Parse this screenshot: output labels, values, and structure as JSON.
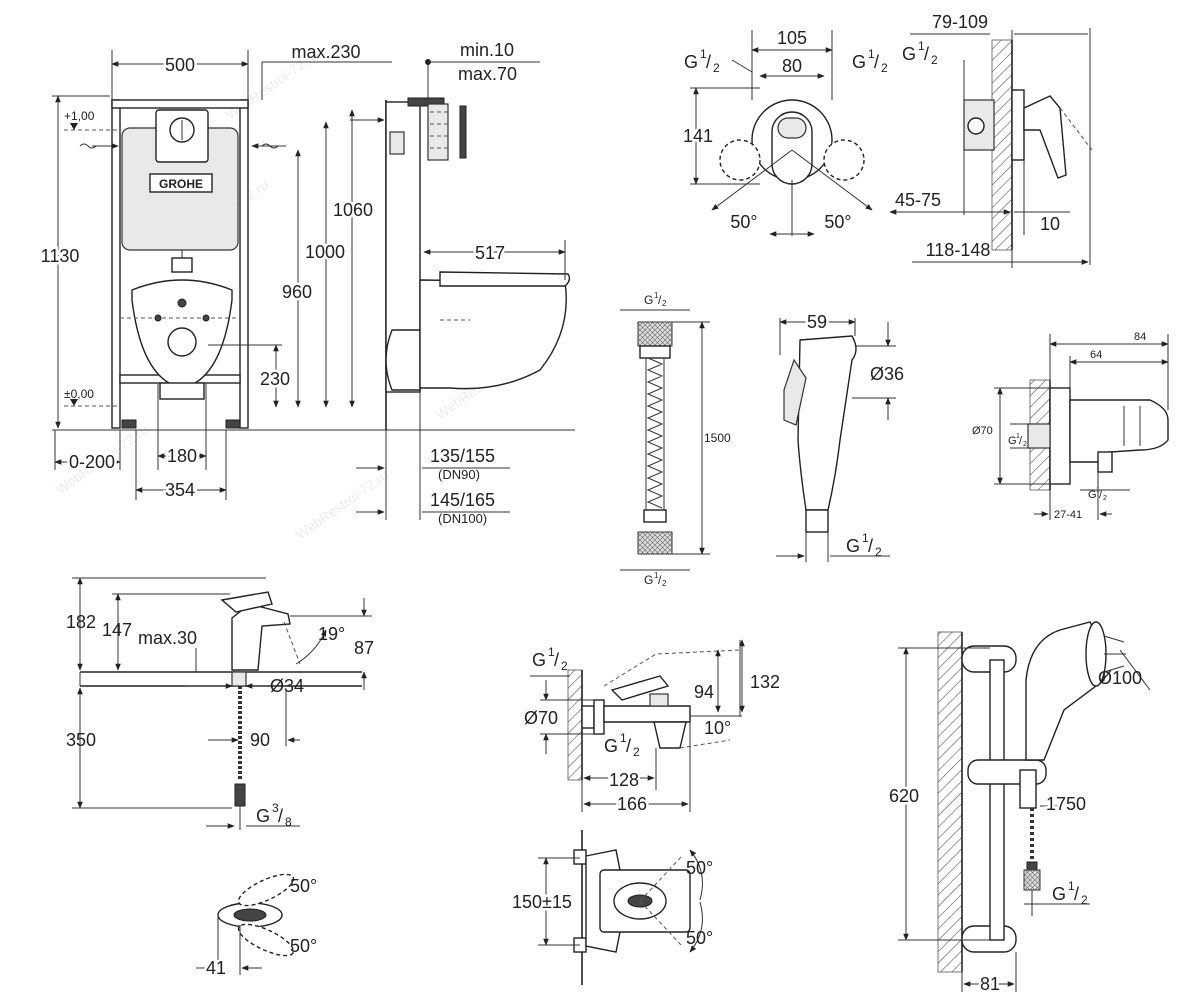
{
  "watermark": "WebRestroi-72.ru",
  "brand": {
    "logo_text": "GROHE"
  },
  "installation": {
    "width": "500",
    "depth_max": "max.230",
    "wall_min": "min.10",
    "wall_max": "max.70",
    "height_total": "1130",
    "height_1060": "1060",
    "height_1000": "1000",
    "height_960": "960",
    "height_230": "230",
    "level_top": "+1,00",
    "level_zero": "±0,00",
    "offset_0_200": "0-200",
    "bolt_180": "180",
    "bolt_354": "354",
    "toilet_517": "517",
    "pipe_dn90_value": "135/155",
    "pipe_dn90_label": "(DN90)",
    "pipe_dn100_value": "145/165",
    "pipe_dn100_label": "(DN100)"
  },
  "shower_mixer": {
    "thread": "G",
    "thread_num": "1",
    "thread_den": "2",
    "dim_105": "105",
    "dim_80": "80",
    "dim_141": "141",
    "angle_left": "50°",
    "angle_right": "50°",
    "dim_79_109": "79-109",
    "dim_45_75": "45-75",
    "dim_10": "10",
    "dim_118_148": "118-148"
  },
  "hose": {
    "length": "1500"
  },
  "hand_shower": {
    "dim_59": "59",
    "diameter": "Ø36"
  },
  "wall_outlet": {
    "dim_84": "84",
    "dim_64": "64",
    "diameter": "Ø70",
    "dim_27_41": "27-41"
  },
  "basin_mixer": {
    "dim_182": "182",
    "dim_147": "147",
    "dim_max30": "max.30",
    "angle_19": "19°",
    "dim_87": "87",
    "diameter_34": "Ø34",
    "dim_350": "350",
    "dim_90": "90",
    "thread_g38_base": "G",
    "thread_g38_num": "3",
    "thread_g38_den": "8",
    "angle_top": "50°",
    "angle_bottom": "50°",
    "dim_41": "41"
  },
  "bath_mixer": {
    "diameter_70": "Ø70",
    "dim_94": "94",
    "dim_132": "132",
    "angle_10": "10°",
    "dim_128": "128",
    "dim_166": "166",
    "dim_150": "150±15",
    "angle_top": "50°",
    "angle_bottom": "50°"
  },
  "shower_rail": {
    "height_620": "620",
    "diameter_100": "Ø100",
    "hose_1750": "1750",
    "width_81": "81"
  }
}
